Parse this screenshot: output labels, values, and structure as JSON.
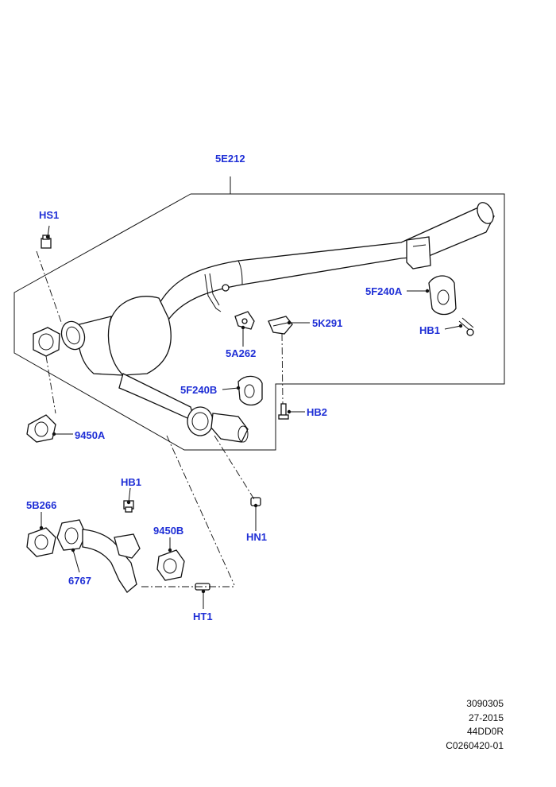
{
  "callouts": {
    "c_5E212": "5E212",
    "c_HS1": "HS1",
    "c_5F240A": "5F240A",
    "c_5K291": "5K291",
    "c_HB1_top": "HB1",
    "c_5A262": "5A262",
    "c_5F240B": "5F240B",
    "c_HB2": "HB2",
    "c_9450A": "9450A",
    "c_HB1_bottom": "HB1",
    "c_5B266": "5B266",
    "c_9450B": "9450B",
    "c_HN1": "HN1",
    "c_6767": "6767",
    "c_HT1": "HT1"
  },
  "meta": {
    "line1": "3090305",
    "line2": "27-2015",
    "line3": "44DD0R",
    "line4": "C0260420-01"
  },
  "colors": {
    "callout": "#1f2fd6",
    "line": "#111111"
  }
}
